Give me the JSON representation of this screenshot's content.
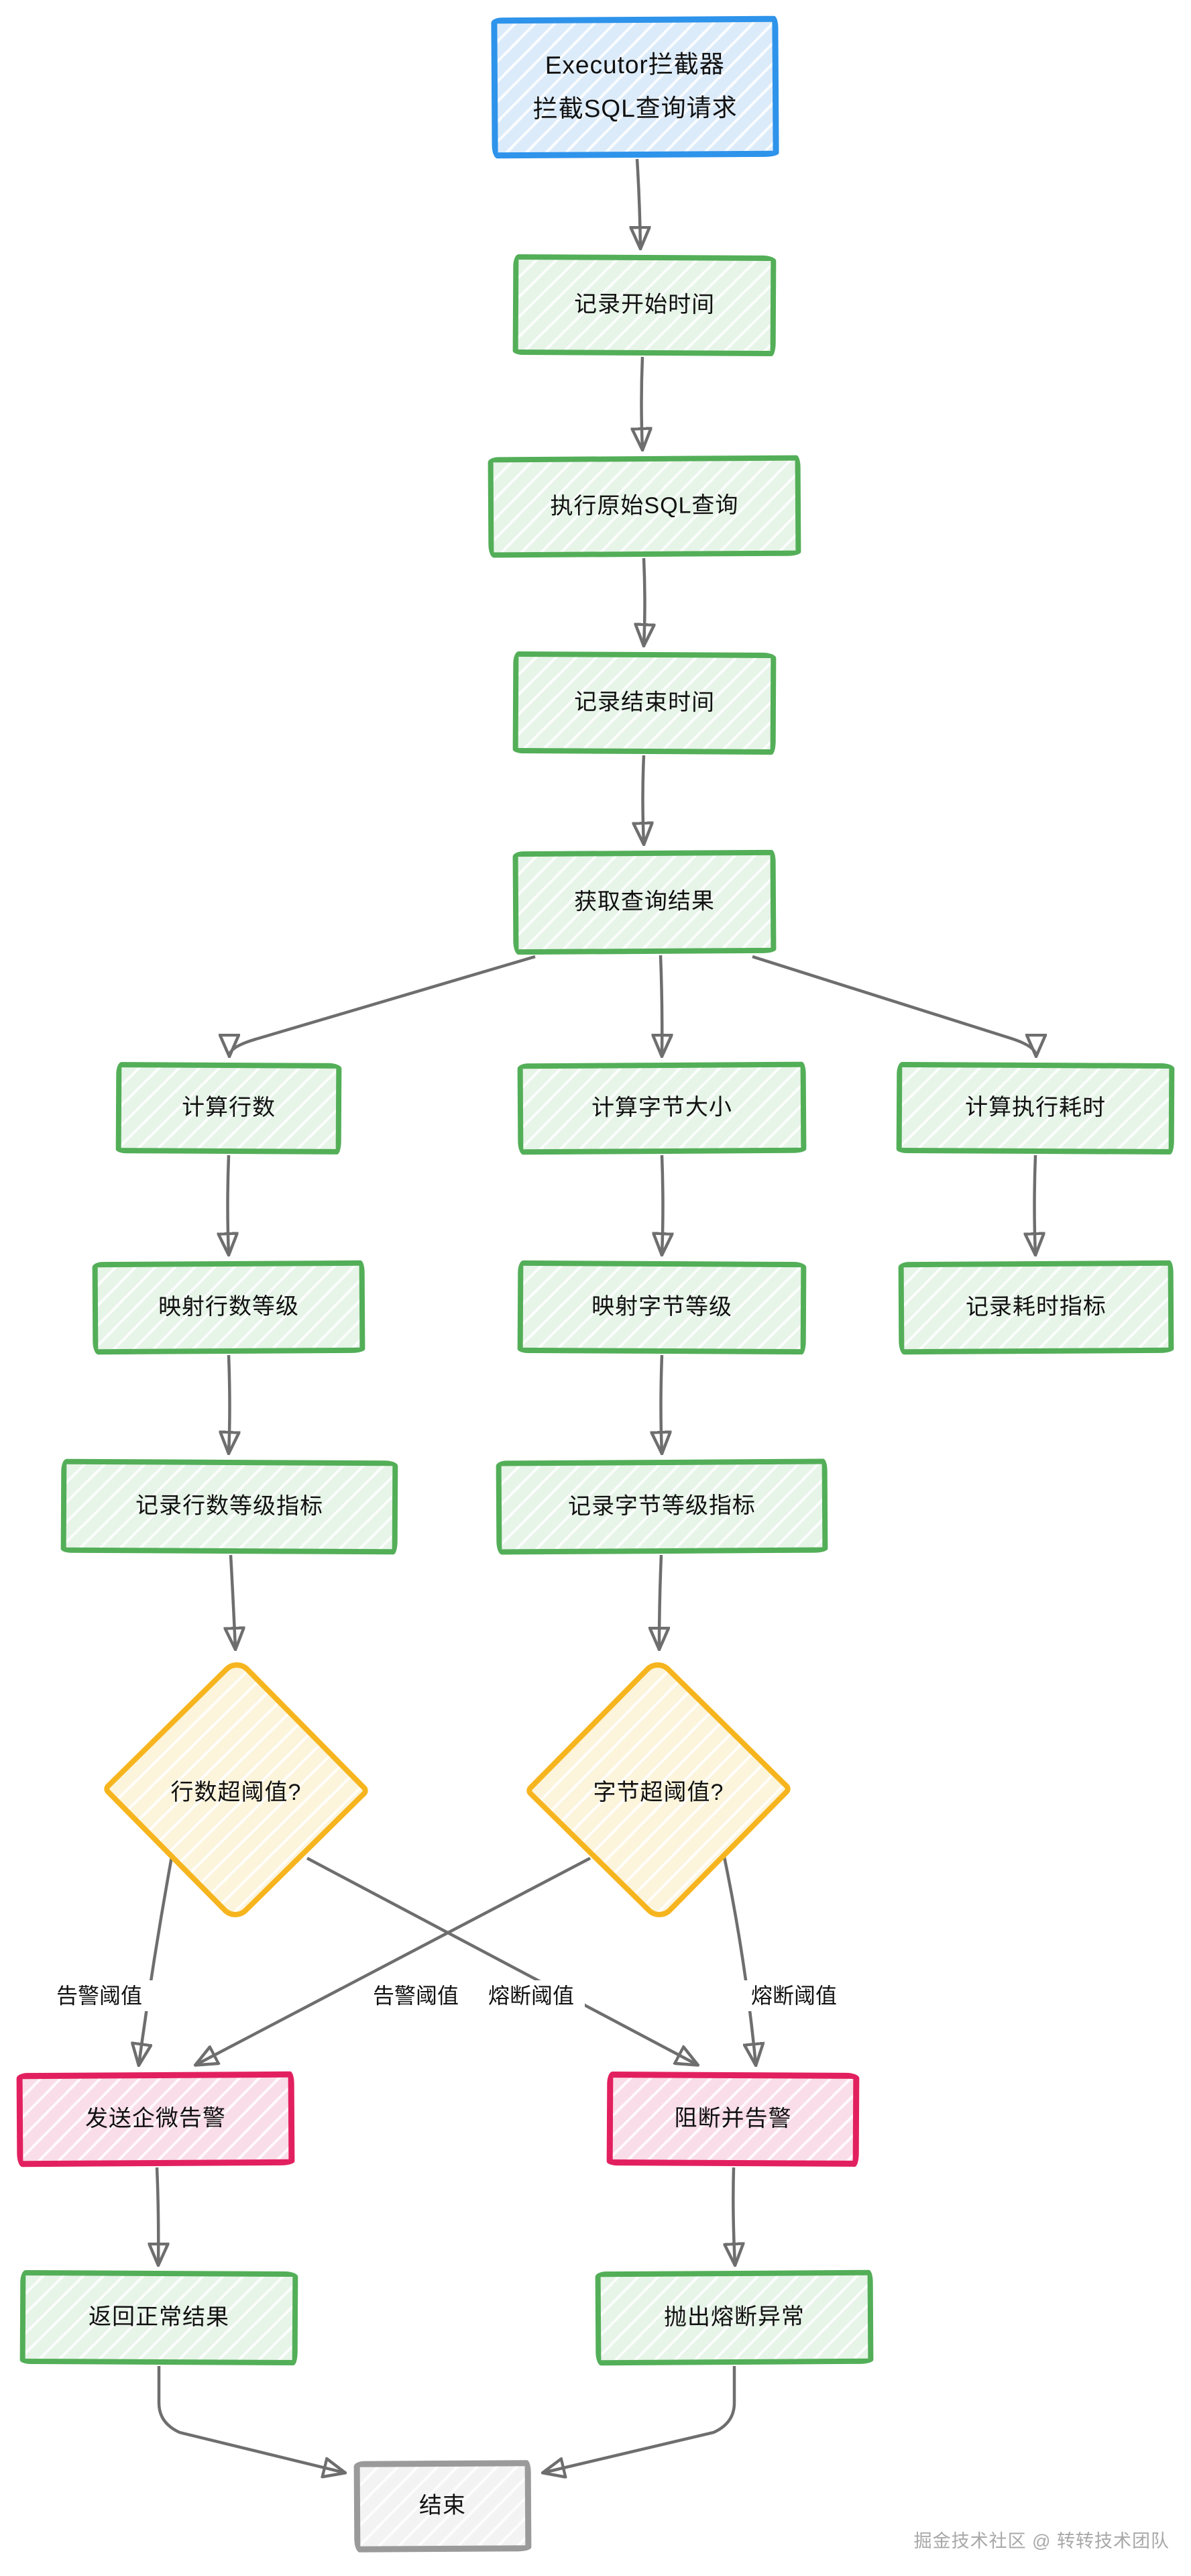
{
  "diagram": {
    "nodes": {
      "interceptor": {
        "line1": "Executor拦截器",
        "line2": "拦截SQL查询请求"
      },
      "record_start": {
        "label": "记录开始时间"
      },
      "exec_sql": {
        "label": "执行原始SQL查询"
      },
      "record_end": {
        "label": "记录结束时间"
      },
      "get_result": {
        "label": "获取查询结果"
      },
      "calc_rows": {
        "label": "计算行数"
      },
      "calc_bytes": {
        "label": "计算字节大小"
      },
      "calc_time": {
        "label": "计算执行耗时"
      },
      "map_rows": {
        "label": "映射行数等级"
      },
      "map_bytes": {
        "label": "映射字节等级"
      },
      "record_time_metric": {
        "label": "记录耗时指标"
      },
      "record_rows_metric": {
        "label": "记录行数等级指标"
      },
      "record_bytes_metric": {
        "label": "记录字节等级指标"
      },
      "rows_over_threshold": {
        "label": "行数超阈值?"
      },
      "bytes_over_threshold": {
        "label": "字节超阈值?"
      },
      "send_wecom_alert": {
        "label": "发送企微告警"
      },
      "block_and_alert": {
        "label": "阻断并告警"
      },
      "return_normal": {
        "label": "返回正常结果"
      },
      "throw_fuse_exception": {
        "label": "抛出熔断异常"
      },
      "end": {
        "label": "结束"
      }
    },
    "edge_labels": {
      "alert_left": "告警阈值",
      "alert_mid": "告警阈值",
      "fuse_mid": "熔断阈值",
      "fuse_right": "熔断阈值"
    },
    "watermark": "掘金技术社区 @ 转转技术团队",
    "colors": {
      "blue_border": "#2E93EA",
      "blue_fill": "#DCEBFA",
      "green_border": "#53AE58",
      "green_fill": "#E7F4E8",
      "yellow_border": "#F6B51E",
      "yellow_fill": "#FCF4DB",
      "pink_border": "#E2205F",
      "pink_fill": "#F9DDE8",
      "gray_border": "#9A9A9A",
      "gray_fill": "#F3F3F3",
      "arrow": "#6E6E6E",
      "text": "#111111",
      "watermark_text": "#A8A8A8"
    }
  }
}
